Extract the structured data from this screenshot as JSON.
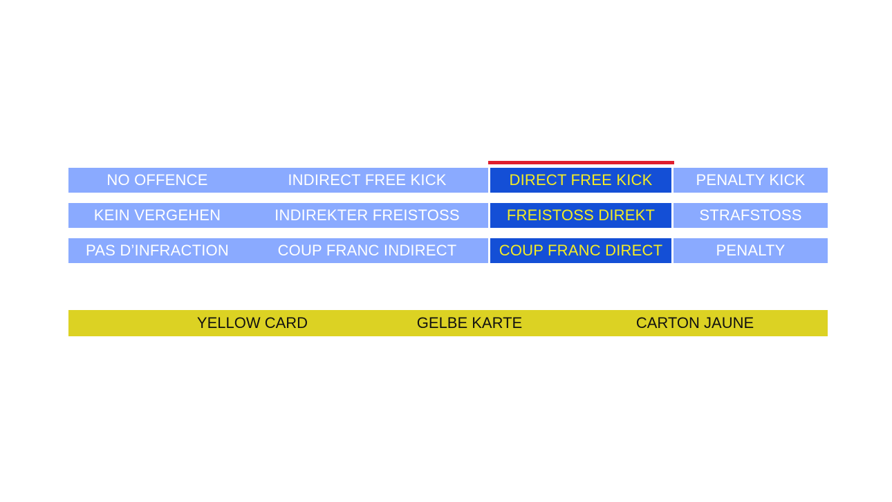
{
  "accent_colors": {
    "light_cell": "#8aaaff",
    "highlight_cell": "#144fd6",
    "highlight_text": "#f4ec24",
    "indicator_line": "#e01e2d",
    "card_bar": "#dcd223"
  },
  "rows": [
    {
      "language": "en",
      "cells": [
        "NO OFFENCE",
        "INDIRECT FREE KICK",
        "DIRECT FREE KICK",
        "PENALTY KICK"
      ]
    },
    {
      "language": "de",
      "cells": [
        "KEIN VERGEHEN",
        "INDIREKTER FREISTOSS",
        "FREISTOSS DIREKT",
        "STRAFSTOSS"
      ]
    },
    {
      "language": "fr",
      "cells": [
        "PAS D’INFRACTION",
        "COUP FRANC INDIRECT",
        "COUP FRANC DIRECT",
        "PENALTY"
      ]
    }
  ],
  "highlighted_column": 2,
  "card": {
    "labels": [
      "YELLOW CARD",
      "GELBE KARTE",
      "CARTON JAUNE"
    ]
  }
}
